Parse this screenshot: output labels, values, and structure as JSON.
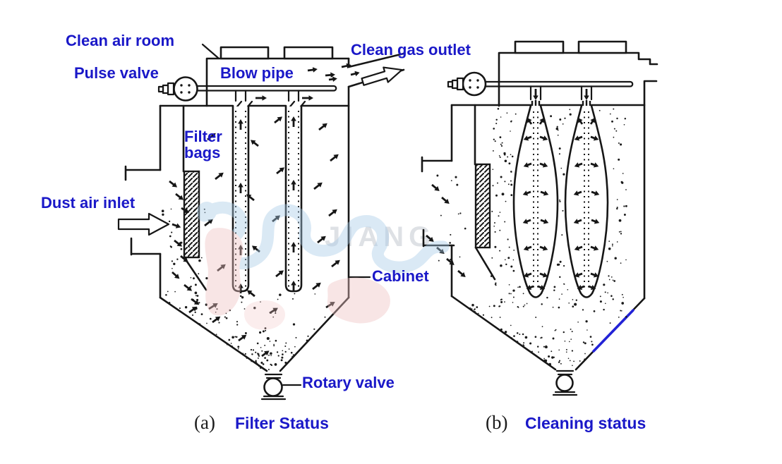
{
  "colors": {
    "label_blue": "#1a18c8",
    "line_dark": "#161616",
    "cleaning_highlight_blue": "#2222d6",
    "watermark_blue": "#a8cbe6",
    "watermark_pink": "#efc2c2",
    "watermark_text_gray": "#c9ced4"
  },
  "watermark": {
    "text": "JIANG"
  },
  "diagram_a": {
    "labels": {
      "clean_air_room": "Clean air room",
      "pulse_valve": "Pulse valve",
      "blow_pipe": "Blow pipe",
      "clean_gas_outlet": "Clean gas outlet",
      "filter_bags": "Filter\nbags",
      "dust_air_inlet": "Dust air inlet",
      "cabinet": "Cabinet",
      "rotary_valve": "Rotary valve"
    },
    "caption_marker": "(a)",
    "caption": "Filter Status"
  },
  "diagram_b": {
    "caption_marker": "(b)",
    "caption": "Cleaning status"
  }
}
